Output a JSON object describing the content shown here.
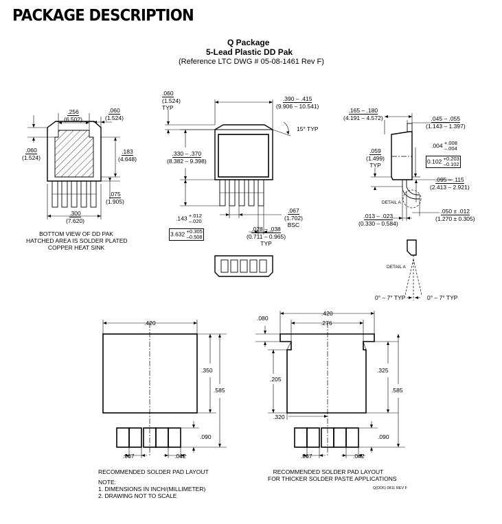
{
  "heading": "PACKAGE DESCRIPTION",
  "package": {
    "name": "Q Package",
    "type": "5-Lead Plastic DD Pak",
    "reference": "(Reference LTC DWG # 05-08-1461 Rev F)"
  },
  "bottom_view": {
    "dims": {
      "width_in": ".256",
      "width_mm": "(6.502)",
      "tab_in": ".060",
      "tab_mm": "(1.524)",
      "left_in": ".060",
      "left_mm": "(1.524)",
      "height_in": ".183",
      "height_mm": "(4.648)",
      "lead_in": ".075",
      "lead_mm": "(1.905)",
      "span_in": ".300",
      "span_mm": "(7.620)"
    },
    "caption": [
      "BOTTOM VIEW OF DD PAK",
      "HATCHED AREA IS SOLDER PLATED",
      "COPPER HEAT SINK"
    ]
  },
  "top_view": {
    "dims": {
      "tab_in": ".060",
      "tab_mm": "(1.524)",
      "tab_note": "TYP",
      "width_in": ".390 – .415",
      "width_mm": "(9.906 – 10.541)",
      "angle": "15° TYP",
      "body_in": ".330 – .370",
      "body_mm": "(8.382 – 9.398)",
      "lead_in": ".143",
      "lead_plus": "+.012",
      "lead_minus": "–.020",
      "lead_mm": "3.632",
      "lead_mm_plus": "+0.305",
      "lead_mm_minus": "–0.508",
      "pitch_in": ".067",
      "pitch_mm": "(1.702)",
      "pitch_note": "BSC",
      "lw_in": ".028 – .038",
      "lw_mm": "(0.711 – 0.965)",
      "lw_note": "TYP"
    }
  },
  "side_view": {
    "dims": {
      "ht_in": ".165 – .180",
      "ht_mm": "(4.191 – 4.572)",
      "tab_in": ".045 – .055",
      "tab_mm": "(1.143 – 1.397)",
      "t_in": ".004",
      "t_plus": "+.008",
      "t_minus": "–.004",
      "t_mm": "0.102",
      "t_mm_plus": "+0.203",
      "t_mm_minus": "–0.102",
      "s_in": ".059",
      "s_mm": "(1.499)",
      "s_note": "TYP",
      "f_in": ".095 – .115",
      "f_mm": "(2.413 – 2.921)",
      "detail": "DETAIL A",
      "lt_in": ".013 – .023",
      "lt_mm": "(0.330 – 0.584)",
      "ll_in": ".050 ± .012",
      "ll_mm": "(1.270 ± 0.305)",
      "detail2": "DETAIL A",
      "angle_left": "0° – 7° TYP",
      "angle_right": "0° – 7° TYP"
    }
  },
  "pad1": {
    "w": ".420",
    "h1": ".350",
    "h2": ".585",
    "lh": ".090",
    "pitch": ".067",
    "lw": ".042",
    "caption": "RECOMMENDED SOLDER PAD LAYOUT"
  },
  "pad2": {
    "notch": ".080",
    "w": ".420",
    "inner": ".276",
    "left": ".205",
    "h1": ".325",
    "h2": ".585",
    "bottom": ".320",
    "lh": ".090",
    "pitch": ".067",
    "lw": ".042",
    "caption": [
      "RECOMMENDED SOLDER PAD LAYOUT",
      "FOR THICKER SOLDER PASTE APPLICATIONS"
    ]
  },
  "notes": [
    "NOTE:",
    "1. DIMENSIONS IN INCH/(MILLIMETER)",
    "2. DRAWING NOT TO SCALE"
  ],
  "stamp": "Q(DD5) 0811 REV F"
}
